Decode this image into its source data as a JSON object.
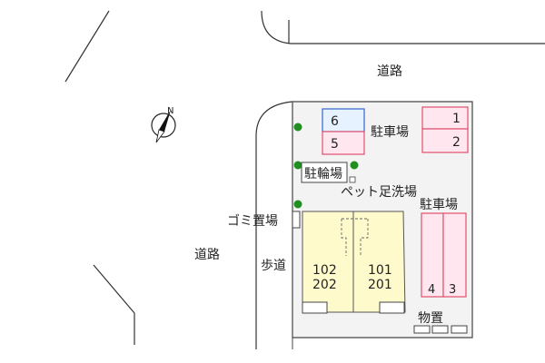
{
  "labels": {
    "road_top": "道路",
    "road_left": "道路",
    "sidewalk": "歩道",
    "parking_a": "駐車場",
    "parking_b": "駐車場",
    "bike_parking": "駐輪場",
    "pet_wash": "ペット足洗場",
    "garbage": "ゴミ置場",
    "storage": "物置",
    "compass_letter": "N"
  },
  "parking_spaces": [
    "1",
    "2",
    "3",
    "4",
    "5",
    "6"
  ],
  "units": {
    "left_top": "102",
    "left_bottom": "202",
    "right_top": "101",
    "right_bottom": "201"
  },
  "colors": {
    "lot_fill": "#f3f3f3",
    "building_fill": "#fffacc",
    "parking_fill": "#ffe6ef",
    "parking_stroke": "#e0506e",
    "space6_fill": "#e6f2ff",
    "space6_stroke": "#3366cc",
    "tree": "#1f8f1f",
    "line": "#333333"
  }
}
